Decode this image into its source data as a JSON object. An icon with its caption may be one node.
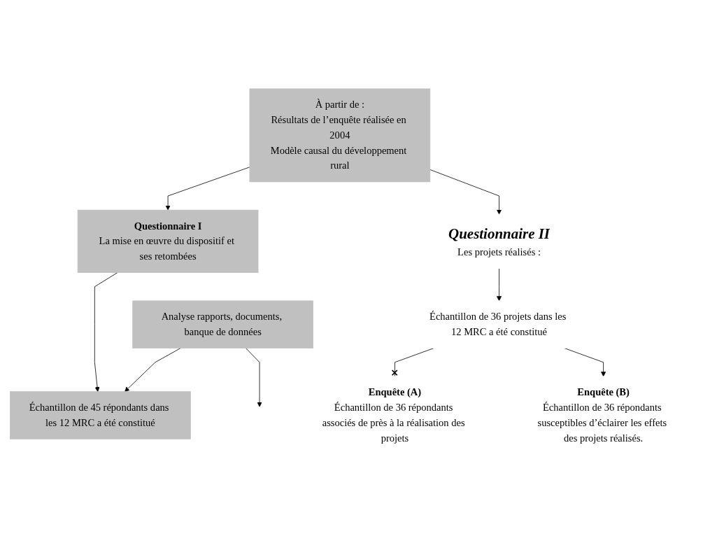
{
  "diagram": {
    "nodes": [
      {
        "text": [
          "À partir de :",
          "Résultats de l’enquête réalisée en 2004",
          "Modèle causal du développement rural"
        ]
      },
      {
        "text": [
          "Questionnaire I",
          "La mise en œuvre du dispositif et ses retombées"
        ]
      },
      {
        "text": [
          "Questionnaire II",
          "Les projets réalisés :"
        ]
      },
      {
        "text": [
          "Échantillon de 45 répondants dans les 12 MRC a été constitué"
        ]
      },
      {
        "text": [
          "Échantillon de 36 projets dans les 12 MRC a été constitué"
        ]
      },
      {
        "text": [
          "Analyse rapports, documents, banque de données"
        ]
      },
      {
        "text": [
          "Enquête (A)",
          "Échantillon de 36 répondants associés de près à la réalisation des projets"
        ]
      },
      {
        "text": [
          "Enquête (B)",
          "Échantillon de 36 répondants susceptibles d’éclairer les effets des projets réalisés."
        ]
      }
    ],
    "edges": [
      {
        "from": 0,
        "to": 1,
        "arrow": "to"
      },
      {
        "from": 0,
        "to": 2,
        "arrow": "to"
      },
      {
        "from": 1,
        "to": 3,
        "arrow": "to"
      },
      {
        "from": 2,
        "to": 4,
        "arrow": "to"
      },
      {
        "from": 5,
        "to": 3,
        "arrow": "to"
      },
      {
        "from": 5,
        "to": null,
        "arrow": "to"
      },
      {
        "from": 4,
        "to": 6,
        "arrow": "other"
      },
      {
        "from": 4,
        "to": 7,
        "arrow": "to"
      }
    ]
  }
}
